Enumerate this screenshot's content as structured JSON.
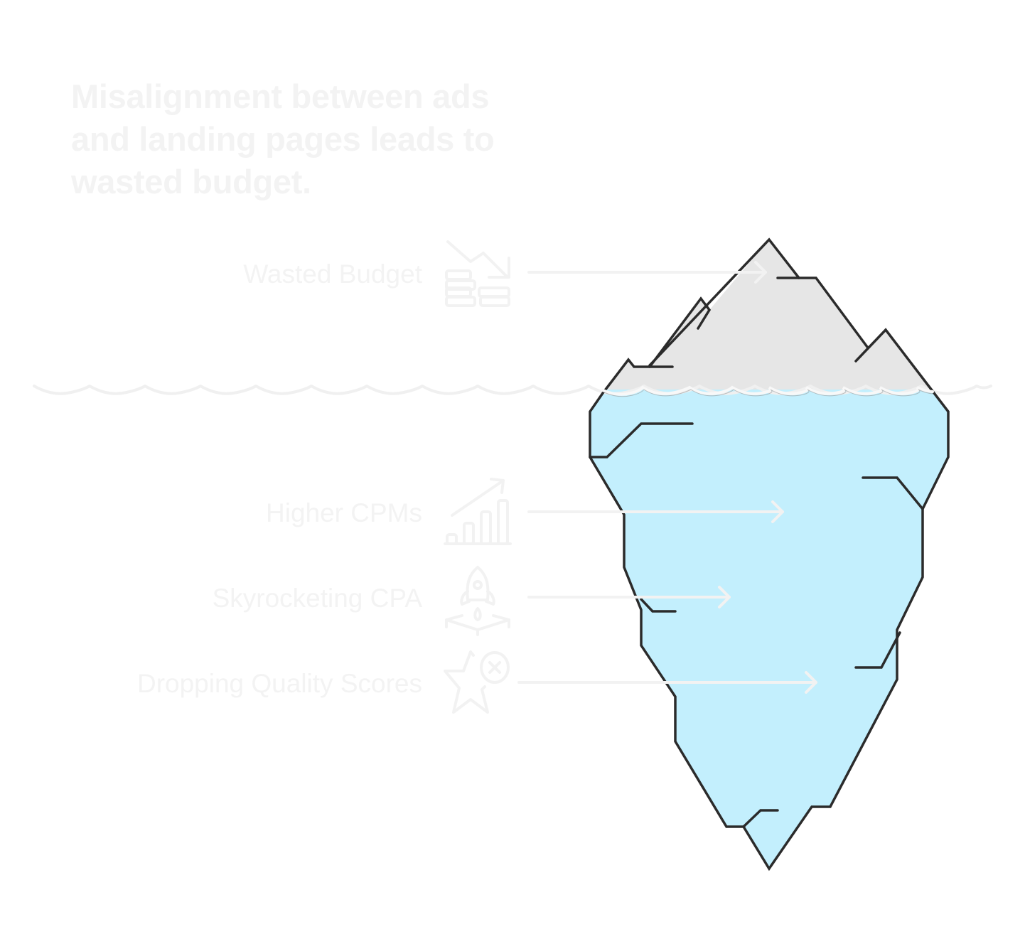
{
  "title": "Misalignment between ads and landing pages leads to wasted budget.",
  "colors": {
    "background": "#ffffff",
    "text_faint": "#f3f3f3",
    "iceberg_tip_fill": "#e6e6e6",
    "iceberg_body_fill": "#c3effd",
    "outline": "#2b2b2b",
    "waterline": "#f0f0f0"
  },
  "items": [
    {
      "label": "Wasted Budget",
      "icon": "falling-coins-icon",
      "zone": "above-water"
    },
    {
      "label": "Higher CPMs",
      "icon": "rising-bar-chart-icon",
      "zone": "below-water"
    },
    {
      "label": "Skyrocketing CPA",
      "icon": "rocket-launch-icon",
      "zone": "below-water"
    },
    {
      "label": "Dropping Quality Scores",
      "icon": "star-with-x-icon",
      "zone": "below-water"
    }
  ]
}
